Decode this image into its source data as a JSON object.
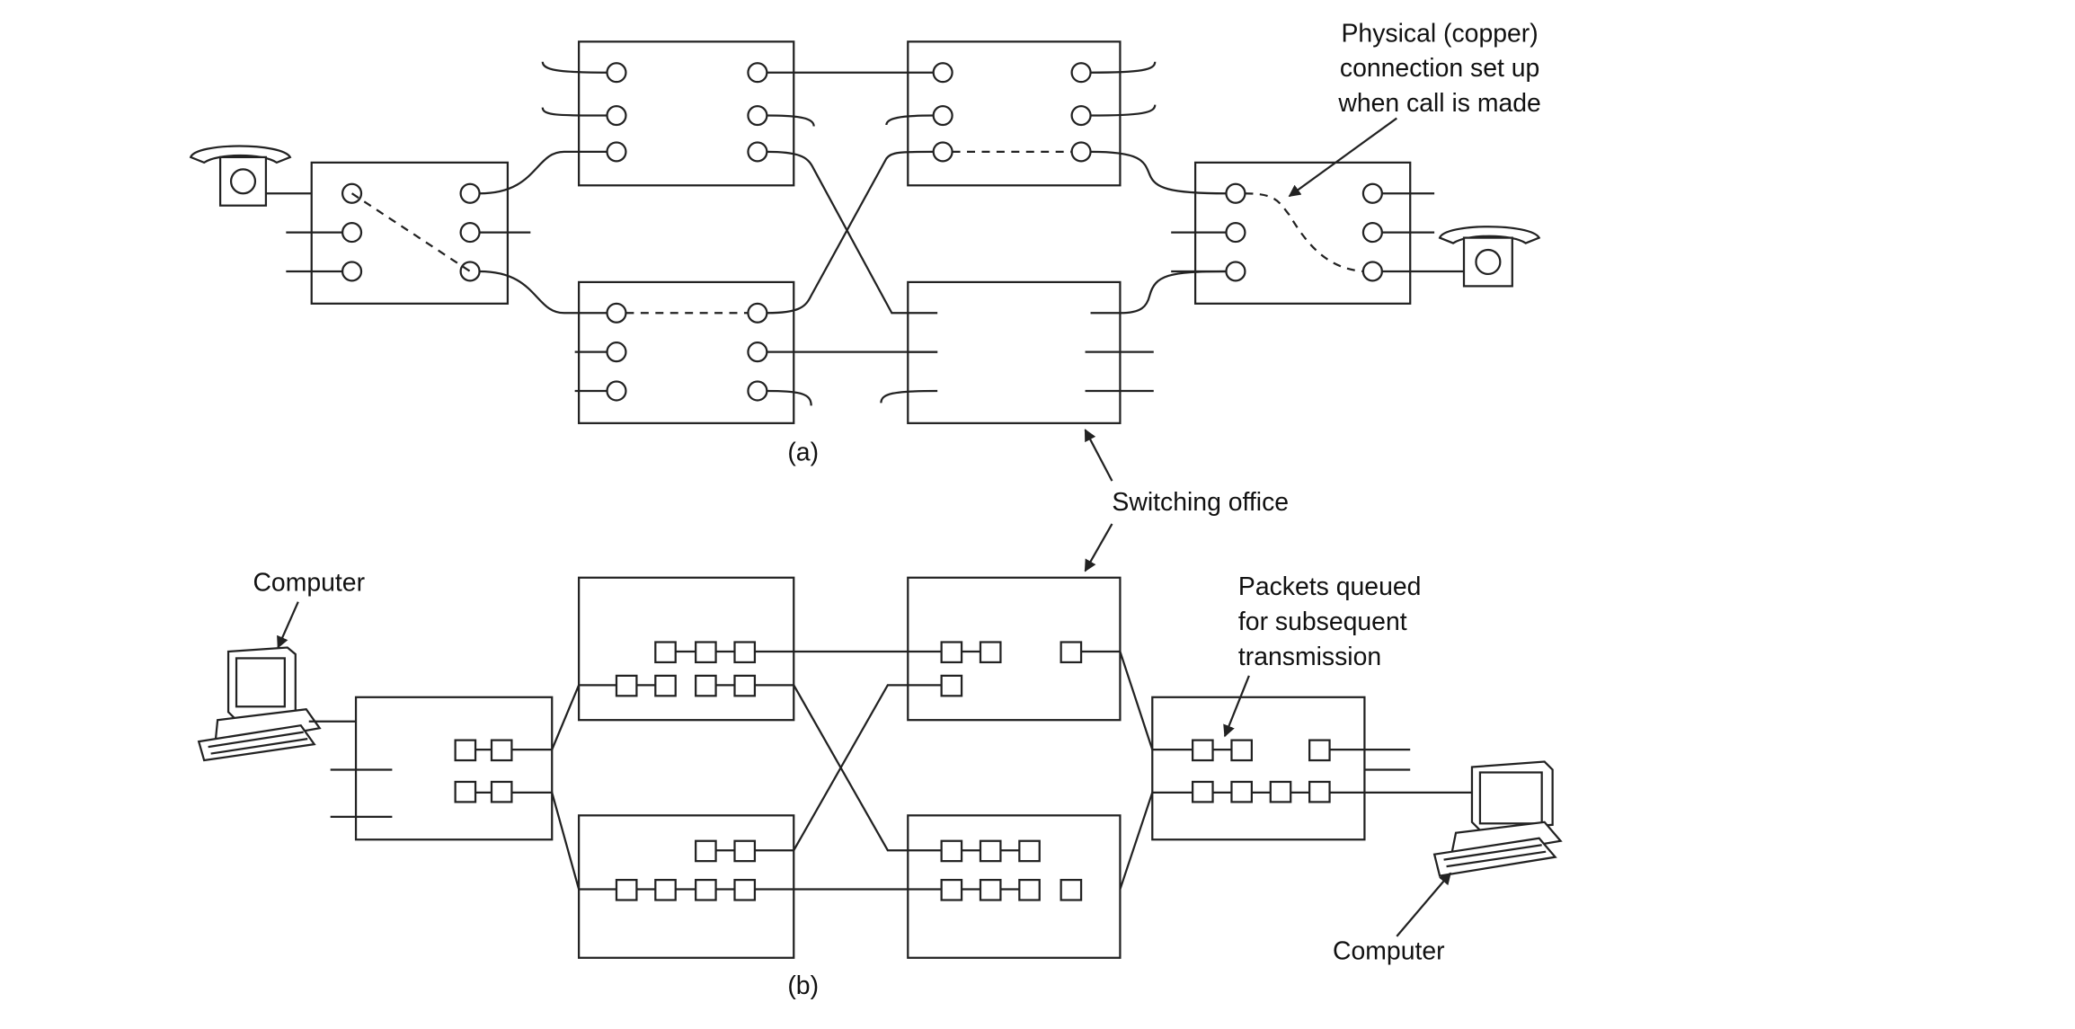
{
  "labels": {
    "physical_connection": [
      "Physical (copper)",
      "connection set up",
      "when call is made"
    ],
    "caption_a": "(a)",
    "switching_office": "Switching office",
    "computer_left": "Computer",
    "packets_queued": [
      "Packets queued",
      "for subsequent",
      "transmission"
    ],
    "computer_right": "Computer",
    "caption_b": "(b)"
  },
  "icons": {
    "telephone": "telephone-icon",
    "computer": "computer-terminal-icon"
  },
  "colors": {
    "ink": "#222222",
    "background": "#ffffff"
  }
}
